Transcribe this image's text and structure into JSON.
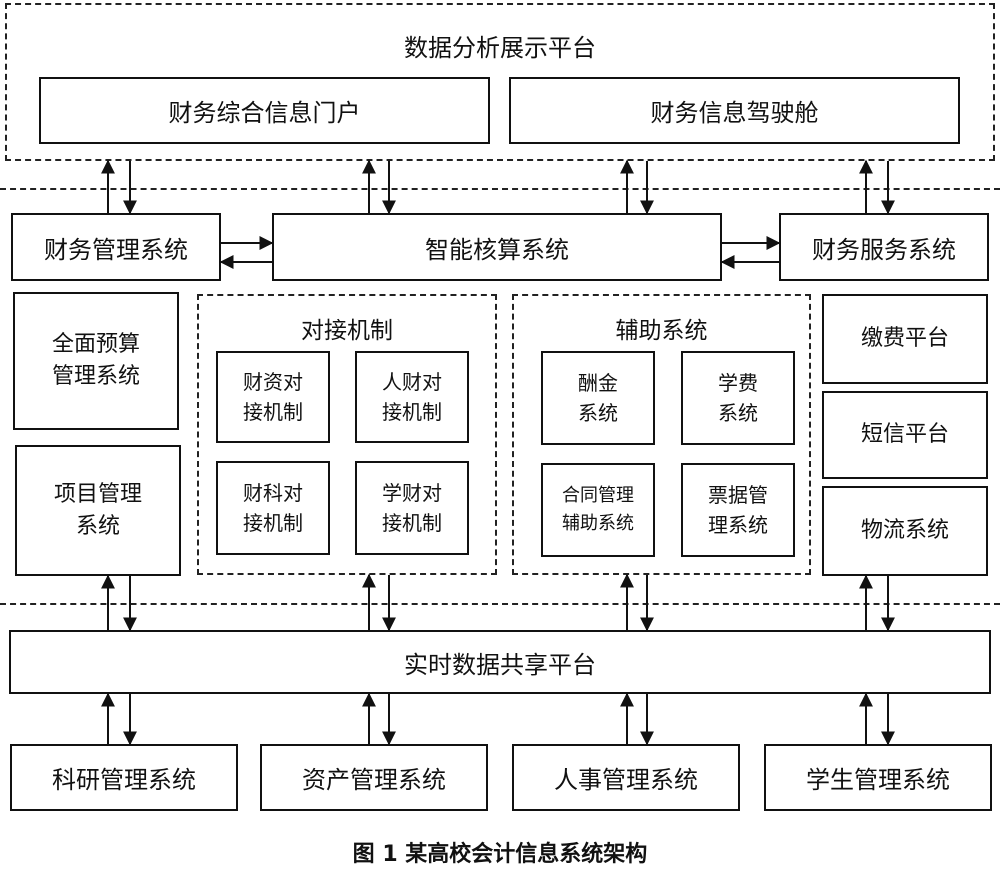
{
  "top_platform": {
    "title": "数据分析展示平台",
    "portal": "财务综合信息门户",
    "cockpit": "财务信息驾驶舱"
  },
  "middle_row": {
    "finance_mgmt": "财务管理系统",
    "smart_accounting": "智能核算系统",
    "finance_service": "财务服务系统"
  },
  "left_column": {
    "budget": "全面预算\n管理系统",
    "project": "项目管理\n系统"
  },
  "docking": {
    "title": "对接机制",
    "items": [
      "财资对\n接机制",
      "人财对\n接机制",
      "财科对\n接机制",
      "学财对\n接机制"
    ]
  },
  "auxiliary": {
    "title": "辅助系统",
    "items": [
      "酬金\n系统",
      "学费\n系统",
      "合同管理\n辅助系统",
      "票据管\n理系统"
    ]
  },
  "right_column": {
    "items": [
      "缴费平台",
      "短信平台",
      "物流系统"
    ]
  },
  "sharing_platform": "实时数据共享平台",
  "bottom_row": [
    "科研管理系统",
    "资产管理系统",
    "人事管理系统",
    "学生管理系统"
  ],
  "caption": "图 1   某高校会计信息系统架构"
}
